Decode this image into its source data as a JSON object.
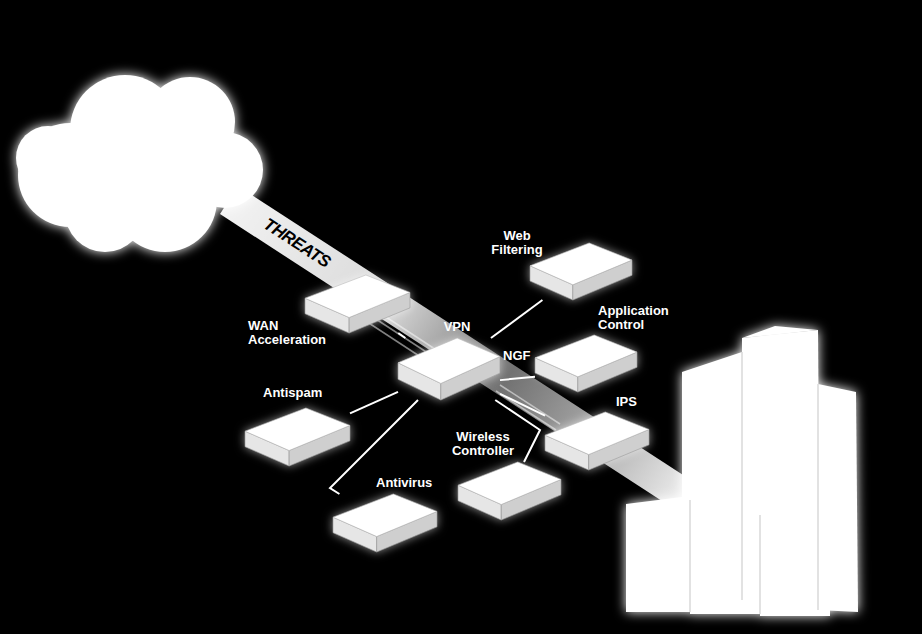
{
  "diagram": {
    "nodes": [
      {
        "text": [
          "WAN Acceleration"
        ]
      },
      {
        "text": [
          "VPN",
          "NGF"
        ]
      },
      {
        "text": [
          "Web Filtering"
        ]
      },
      {
        "text": [
          "Application Control"
        ]
      },
      {
        "text": [
          "Antispam"
        ]
      },
      {
        "text": [
          "IPS"
        ]
      },
      {
        "text": [
          "Wireless Controller"
        ]
      },
      {
        "text": [
          "Antivirus"
        ]
      }
    ],
    "edges": [
      {
        "from": 0,
        "to": 1,
        "arrow": "none"
      },
      {
        "from": 1,
        "to": 2,
        "arrow": "none"
      },
      {
        "from": 1,
        "to": 3,
        "arrow": "none"
      },
      {
        "from": 1,
        "to": 4,
        "arrow": "none"
      },
      {
        "from": 1,
        "to": 5,
        "arrow": "none"
      },
      {
        "from": 1,
        "to": 6,
        "arrow": "none"
      },
      {
        "from": 1,
        "to": 7,
        "arrow": "none"
      }
    ],
    "labels": [
      "THREATS"
    ]
  }
}
